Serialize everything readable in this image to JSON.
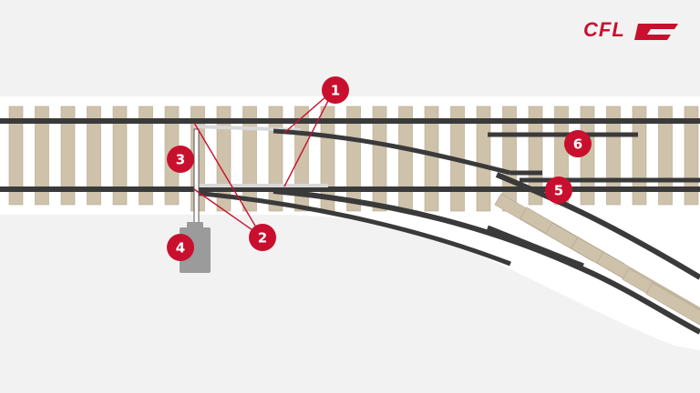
{
  "brand": {
    "logo_text": "CFL",
    "color": "#c8102e"
  },
  "colors": {
    "background": "#f2f2f2",
    "ballast": "#ffffff",
    "sleeper": "#cfc2ab",
    "sleeper_stroke": "#b4a690",
    "rail": "#3a3a3a",
    "switch_blade": "#d8d8d8",
    "motor": "#9b9b9b",
    "callout": "#c8102e",
    "leader": "#c8102e"
  },
  "callouts": [
    {
      "id": "1",
      "label": "1"
    },
    {
      "id": "2",
      "label": "2"
    },
    {
      "id": "3",
      "label": "3"
    },
    {
      "id": "4",
      "label": "4"
    },
    {
      "id": "5",
      "label": "5"
    },
    {
      "id": "6",
      "label": "6"
    }
  ]
}
